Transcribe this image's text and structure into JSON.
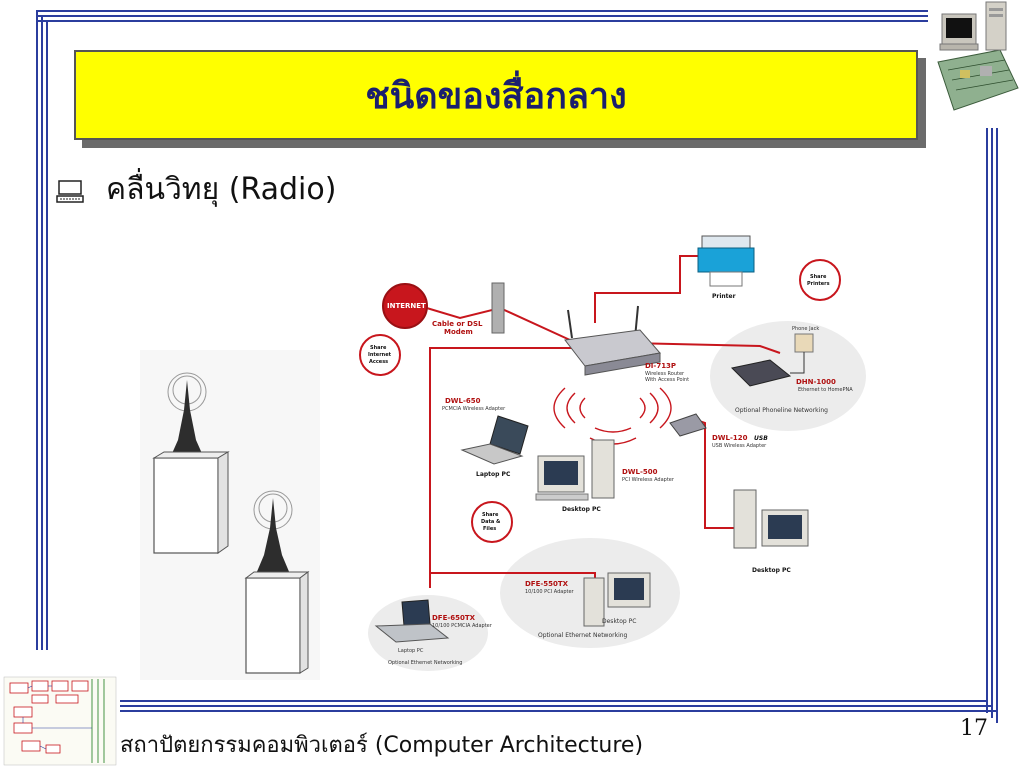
{
  "slide": {
    "title": "ชนิดของสื่อกลาง",
    "bullet": "คลื่นวิทยุ (Radio)",
    "footer": "สถาปัตยกรรมคอมพิวเตอร์ (Computer Architecture)",
    "page_number": "17"
  },
  "network_diagram": {
    "internet": "INTERNET",
    "modem": "Cable or DSL\nModem",
    "modem_line1": "Cable or DSL",
    "modem_line2": "Modem",
    "share_internet": [
      "Share",
      "Internet",
      "Access"
    ],
    "router": "DI-713P",
    "router_sub1": "Wireless Router",
    "router_sub2": "With Access Point",
    "printer": "Printer",
    "share_printers": [
      "Share",
      "Printers"
    ],
    "phone_jack": "Phone Jack",
    "dhn": "DHN-1000",
    "dhn_sub": "Ethernet to HomePNA",
    "phoneline": "Optional Phoneline Networking",
    "dwl650": "DWL-650",
    "dwl650_sub": "PCMCIA Wireless Adapter",
    "laptop_pc": "Laptop PC",
    "dwl500": "DWL-500",
    "dwl500_sub": "PCI Wireless Adapter",
    "desktop_pc": "Desktop PC",
    "dwl120": "DWL-120",
    "dwl120_usb": "USB",
    "dwl120_sub": "USB Wireless Adapter",
    "share_data": [
      "Share",
      "Data &",
      "Files"
    ],
    "dfe550": "DFE-550TX",
    "dfe550_sub": "10/100 PCI Adapter",
    "dfe650": "DFE-650TX",
    "dfe650_sub": "10/100 PCMCIA Adapter",
    "ethernet": "Optional Ethernet Networking"
  },
  "colors": {
    "border": "#2b3d9e",
    "title_bg": "#ffff00",
    "title_text": "#1a1f6e",
    "network_line": "#c8161d"
  }
}
